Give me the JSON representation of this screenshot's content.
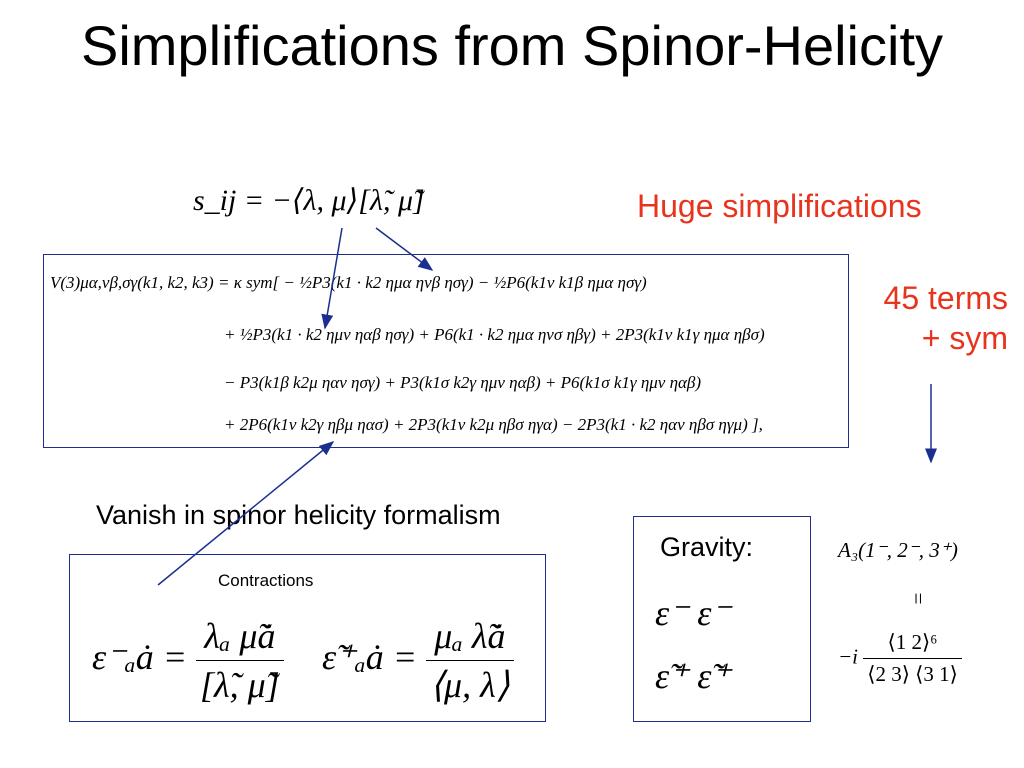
{
  "slide": {
    "title": "Simplifications from Spinor-Helicity",
    "sij_formula": "s_ij = −⟨λ, μ⟩[λ̃, μ̃]",
    "huge_label": "Huge simplifications",
    "terms_label_line1": "45 terms",
    "terms_label_line2": "+ sym",
    "vanish_label": "Vanish in spinor helicity formalism",
    "contractions_label": "Contractions",
    "gravity_label": "Gravity:",
    "colors": {
      "annotation_red": "#e8341c",
      "arrow_blue": "#1c2f8f",
      "box_border": "#1c2f8f"
    }
  },
  "vertex_formula": {
    "line1": "V(3)μα,νβ,σγ(k1, k2, k3) = κ sym[ − ½P3(k1 · k2 ημα ηνβ ησγ) − ½P6(k1ν k1β ημα ησγ)",
    "line2": "+ ½P3(k1 · k2 ημν ηαβ ησγ) + P6(k1 · k2 ημα ηνσ ηβγ) + 2P3(k1ν k1γ ημα ηβσ)",
    "line3": "− P3(k1β k2μ ηαν ησγ) + P3(k1σ k2γ ημν ηαβ) + P6(k1σ k1γ ημν ηαβ)",
    "line4": "+ 2P6(k1ν k2γ ηβμ ηασ) + 2P3(k1ν k2μ ηβσ ηγα) − 2P3(k1 · k2 ηαν ηβσ ηγμ) ],"
  },
  "contractions": {
    "eps_minus_lhs": "ε⁻ₐȧ =",
    "eps_minus_num": "λₐ μ̃ȧ",
    "eps_minus_den": "[λ̃, μ̃]",
    "eps_plus_lhs": "ε̃⁺ₐȧ =",
    "eps_plus_num": "μₐ λ̃ȧ",
    "eps_plus_den": "⟨μ, λ⟩"
  },
  "gravity": {
    "row1": "ε⁻  ε⁻",
    "row2": "ε̃⁺  ε̃⁺",
    "amplitude": "A₃(1⁻, 2⁻, 3⁺)",
    "equals": "=",
    "prefactor": "−i",
    "numerator": "⟨1 2⟩⁶",
    "denominator": "⟨2 3⟩ ⟨3 1⟩"
  }
}
